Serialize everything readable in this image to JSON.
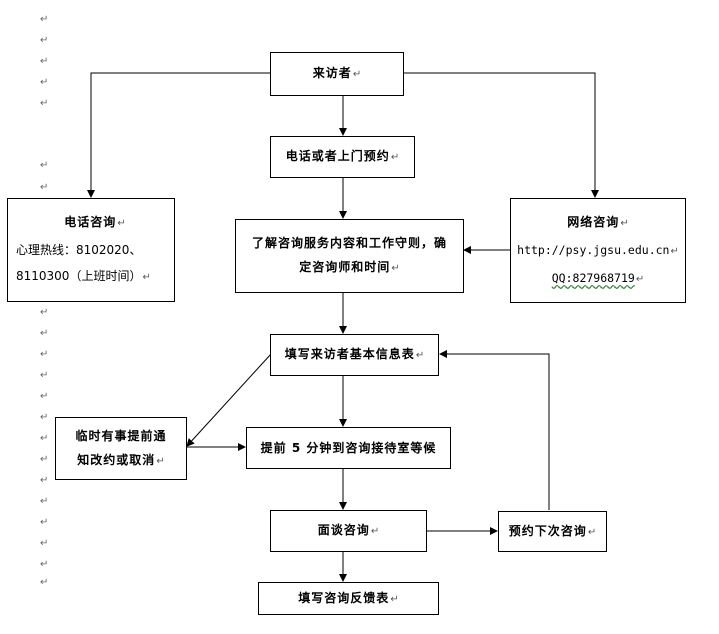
{
  "return_mark": "↵",
  "nodes": {
    "visitor": "来访者",
    "appointment": "电话或者上门预约",
    "understand_line1": "了解咨询服务内容和工作守则，确",
    "understand_line2": "定咨询师和时间",
    "phone_title": "电话咨询",
    "phone_hotline": "心理热线：8102020、",
    "phone_hours": "8110300（上班时间）",
    "web_title": "网络咨询",
    "web_url": "http://psy.jgsu.edu.cn",
    "web_qq": "QQ:827968719",
    "fill_form": "填写来访者基本信息表",
    "cancel_line1": "临时有事提前通",
    "cancel_line2": "知改约或取消",
    "wait": "提前 5 分钟到咨询接待室等候",
    "interview": "面谈咨询",
    "next": "预约下次咨询",
    "feedback": "填写咨询反馈表"
  }
}
